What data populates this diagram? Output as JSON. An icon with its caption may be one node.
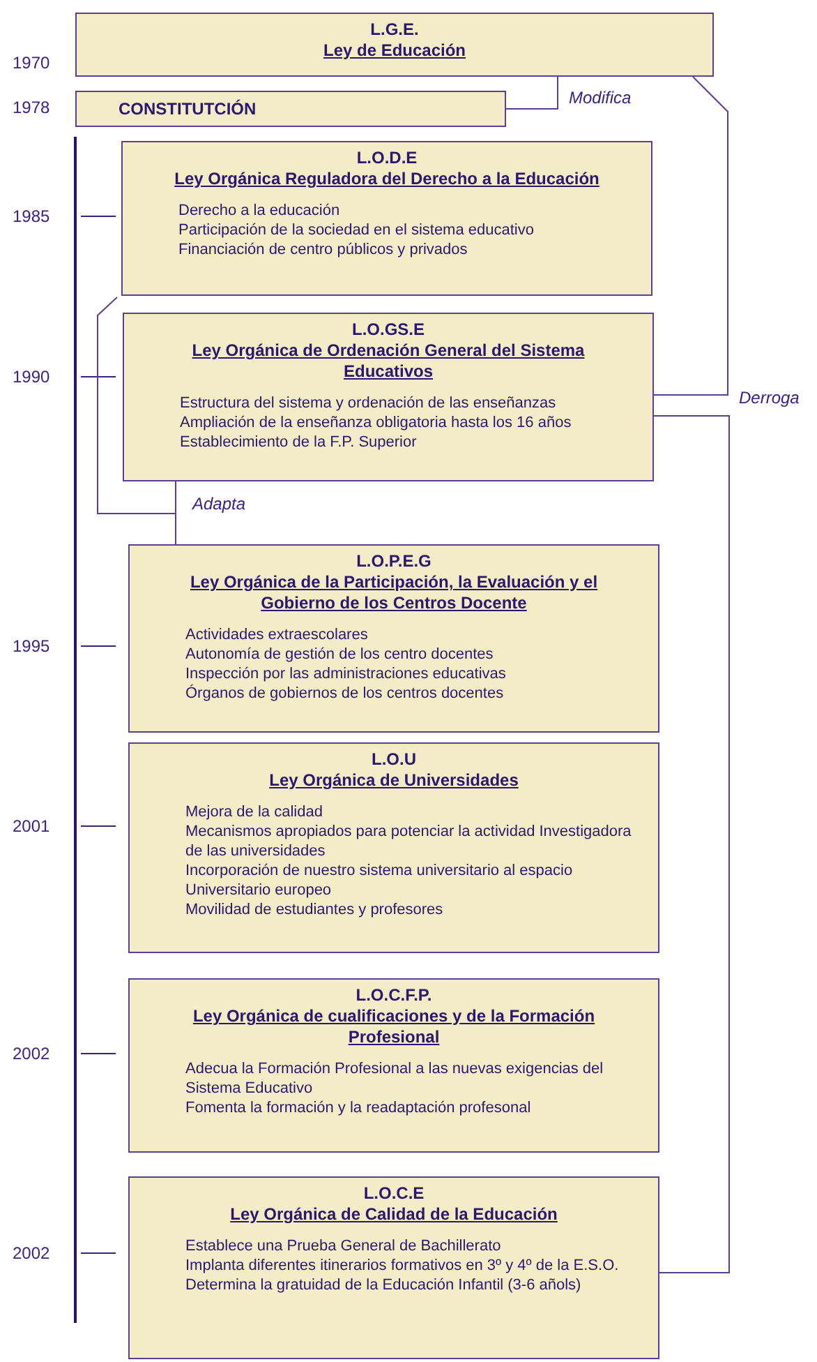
{
  "diagram": {
    "nodes": [
      {
        "text": [
          "L.G.E.",
          "Ley de Educación"
        ]
      },
      {
        "text": [
          "CONSTITUTCIÓN"
        ]
      },
      {
        "text": [
          "L.O.D.E",
          "Ley Orgánica Reguladora del Derecho a la Educación",
          "Derecho a la educación",
          "Participación de la sociedad en el sistema educativo",
          "Financiación de centro públicos y privados"
        ]
      },
      {
        "text": [
          "L.O.GS.E",
          "Ley Orgánica de Ordenación General del Sistema Educativos",
          "Estructura del sistema y ordenación de las enseñanzas",
          "Ampliación de la enseñanza obligatoria hasta los 16 años",
          "Establecimiento de la F.P. Superior"
        ]
      },
      {
        "text": [
          "L.O.P.E.G",
          "Ley Orgánica de la Participación, la Evaluación y el Gobierno de los Centros Docente",
          "Actividades extraescolares",
          "Autonomía de gestión de los centro docentes",
          "Inspección por las administraciones educativas",
          "Órganos de gobiernos de los centros docentes"
        ]
      },
      {
        "text": [
          "L.O.U",
          "Ley Orgánica de Universidades",
          "Mejora de la calidad",
          "Mecanismos apropiados para potenciar la actividad Investigadora de las universidades",
          "Incorporación de nuestro sistema universitario al espacio Universitario europeo",
          "Movilidad de estudiantes y profesores"
        ]
      },
      {
        "text": [
          "L.O.C.F.P.",
          "Ley Orgánica de cualificaciones y de la Formación Profesional",
          "Adecua la Formación Profesional a las nuevas exigencias del Sistema Educativo",
          "Fomenta la formación y la readaptación profesonal"
        ]
      },
      {
        "text": [
          "L.O.C.E",
          "Ley Orgánica de Calidad de la Educación",
          "Establece una Prueba General de Bachillerato",
          "Implanta diferentes itinerarios formativos en 3º y 4º de la E.S.O.",
          "Determina la gratuidad de la Educación Infantil (3-6 añols)"
        ]
      }
    ],
    "edges": [
      {
        "from": 1,
        "to": 0,
        "arrow": "none",
        "label": "Modifica"
      },
      {
        "from": 3,
        "to": 0,
        "arrow": "none",
        "label": "Derroga"
      },
      {
        "from": 7,
        "to": 3,
        "arrow": "none"
      },
      {
        "from": 2,
        "to": 4,
        "arrow": "none",
        "label": "Adapta"
      },
      {
        "from": 3,
        "to": 4,
        "arrow": "none"
      }
    ],
    "labels": [
      "1970",
      "1978",
      "1985",
      "1990",
      "1995",
      "2001",
      "2002",
      "2002"
    ]
  }
}
